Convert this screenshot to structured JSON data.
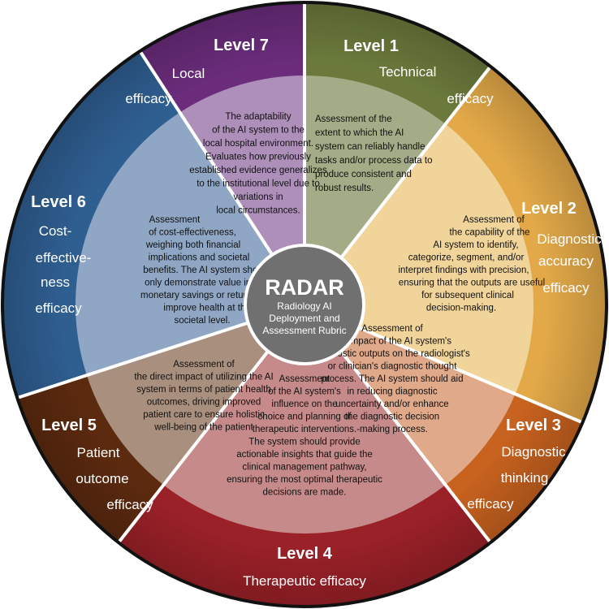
{
  "center": {
    "title": "RADAR",
    "subtitle_lines": [
      "Radiology AI",
      "Deployment and",
      "Assessment Rubric"
    ]
  },
  "sectors": [
    {
      "level": "Level 1",
      "name_lines": [
        "Technical",
        "efficacy"
      ],
      "colors": {
        "outer": "#6b7a3c",
        "inner": "#a3ac86"
      },
      "description_lines": [
        "Assessment of the",
        "extent to which the AI",
        "system can reliably handle",
        "tasks and/or process data to",
        "produce consistent and",
        "robust results."
      ]
    },
    {
      "level": "Level 2",
      "name_lines": [
        "Diagnostic",
        "accuracy",
        "efficacy"
      ],
      "colors": {
        "outer": "#e3a948",
        "inner": "#f0d49a"
      },
      "description_lines": [
        "Assessment of",
        "the capability of the",
        "AI system to identify,",
        "categorize, segment, and/or",
        "interpret findings with precision,",
        "ensuring that the outputs are useful",
        "for subsequent clinical",
        "decision-making."
      ]
    },
    {
      "level": "Level 3",
      "name_lines": [
        "Diagnostic",
        "thinking",
        "efficacy"
      ],
      "colors": {
        "outer": "#c8621f",
        "inner": "#dfa98a"
      },
      "description_lines": [
        "Assessment of",
        "the impact of the AI system's",
        "diagnostic outputs on the radiologist's",
        "or clinician's diagnostic thought",
        "process. The AI system should aid",
        "in reducing diagnostic",
        "uncertainty and/or enhance",
        "the diagnostic decision",
        "-making process."
      ]
    },
    {
      "level": "Level 4",
      "name_lines": [
        "Therapeutic efficacy"
      ],
      "colors": {
        "outer": "#9b2128",
        "inner": "#c68a8a"
      },
      "description_lines": [
        "Assessment",
        "of the AI system's",
        "influence on the",
        "choice and planning of",
        "therapeutic interventions.",
        "The system should provide",
        "actionable insights that guide the",
        "clinical management pathway,",
        "ensuring the most optimal therapeutic",
        "decisions are made."
      ]
    },
    {
      "level": "Level 5",
      "name_lines": [
        "Patient",
        "outcome",
        "efficacy"
      ],
      "colors": {
        "outer": "#5c2a0f",
        "inner": "#a98f7e"
      },
      "description_lines": [
        "Assessment of",
        "the direct impact of utilizing the AI",
        "system in terms of patient health",
        "outcomes, driving improved",
        "patient care to ensure holistic",
        "well-being of the patient"
      ]
    },
    {
      "level": "Level 6",
      "name_lines": [
        "Cost-",
        "effective-",
        "ness",
        "efficacy"
      ],
      "colors": {
        "outer": "#2f5e91",
        "inner": "#8fa6c4"
      },
      "description_lines": [
        "Assessment",
        "of cost-effectiveness,",
        "weighing both financial",
        "implications and societal",
        "benefits. The AI system should not",
        "only demonstrate value in terms of",
        "monetary savings or returns but also",
        "improve health at the",
        "societal level."
      ]
    },
    {
      "level": "Level 7",
      "name_lines": [
        "Local",
        "efficacy"
      ],
      "colors": {
        "outer": "#6a2c7b",
        "inner": "#ad8fba"
      },
      "description_lines": [
        "The adaptability",
        "of the AI system to the",
        "local hospital environment.",
        "Evaluates how previously",
        "established evidence generalizes",
        "to the institutional level due to",
        "variations in",
        "local circumstances."
      ]
    }
  ],
  "colors": {
    "center": "#707070",
    "border": "#111111",
    "divider": "#ffffff"
  }
}
